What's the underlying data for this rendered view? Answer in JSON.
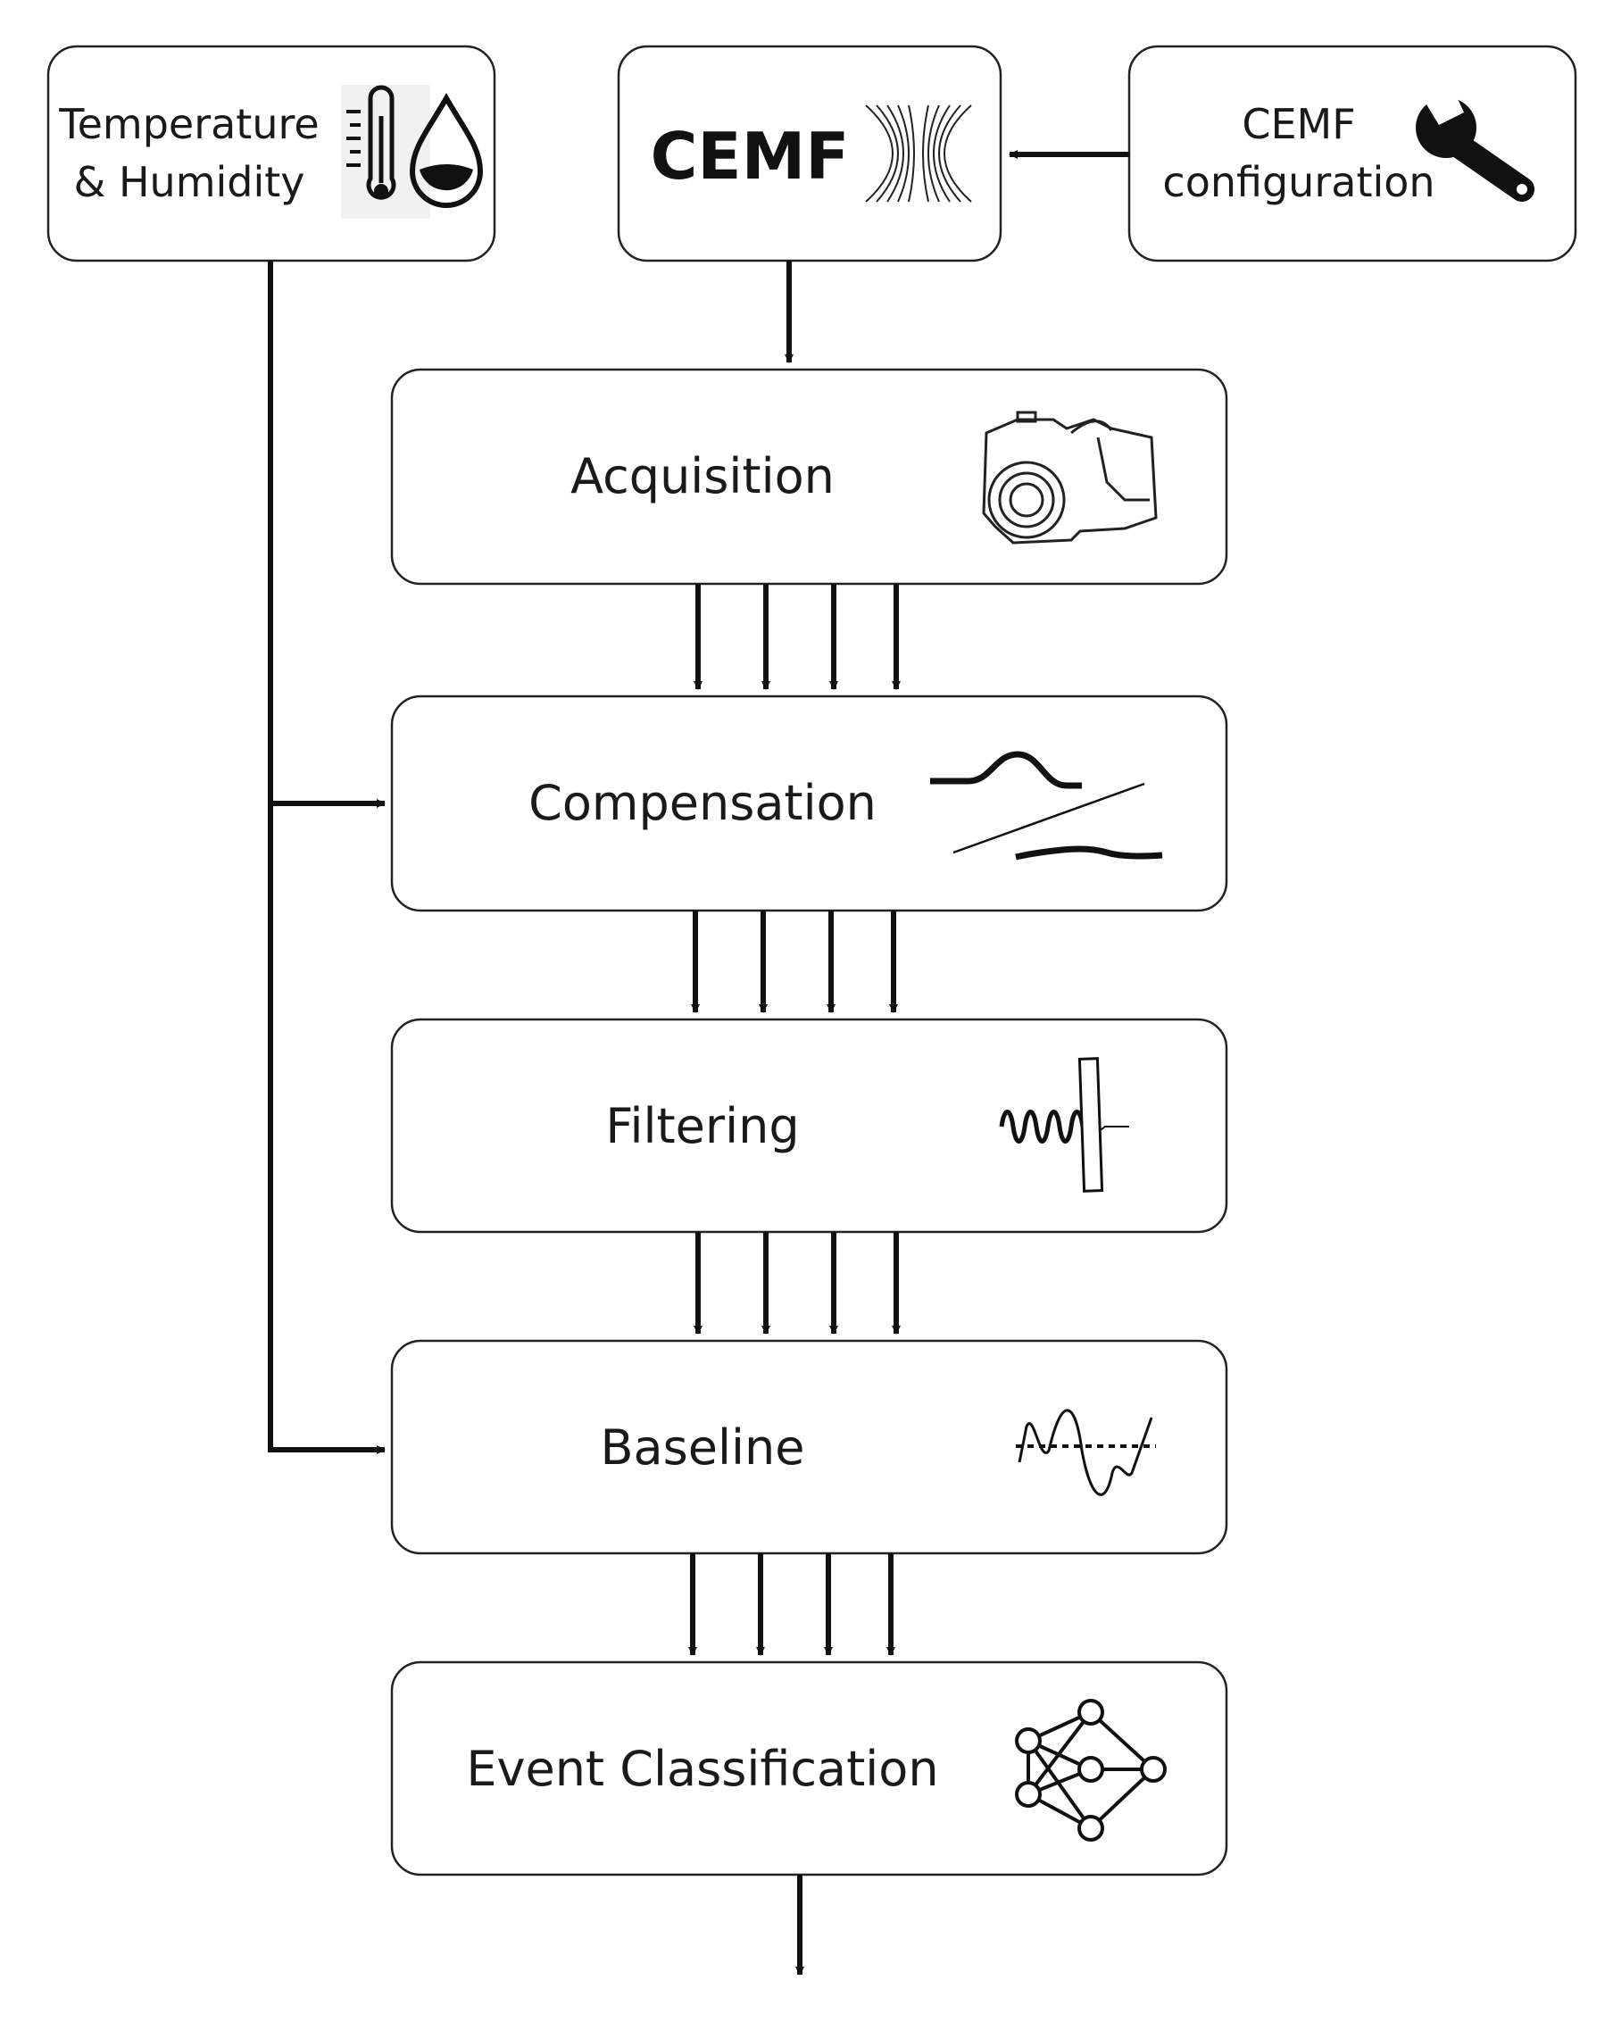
{
  "nodes": {
    "temp_humidity": {
      "line1": "Temperature",
      "line2": "& Humidity",
      "icon": "thermometer-droplet-icon"
    },
    "cemf": {
      "label": "CEMF",
      "icon": "field-lines-icon"
    },
    "cemf_config": {
      "line1": "CEMF",
      "line2": "configuration",
      "icon": "wrench-icon"
    },
    "acquisition": {
      "label": "Acquisition",
      "icon": "camera-icon"
    },
    "compensation": {
      "label": "Compensation",
      "icon": "signal-compensation-icon"
    },
    "filtering": {
      "label": "Filtering",
      "icon": "filter-wave-icon"
    },
    "baseline": {
      "label": "Baseline",
      "icon": "baseline-wave-icon"
    },
    "event_classification": {
      "label": "Event Classification",
      "icon": "neural-network-icon"
    }
  },
  "colors": {
    "stroke": "#1a1a1a",
    "box_fill": "#ffffff"
  }
}
